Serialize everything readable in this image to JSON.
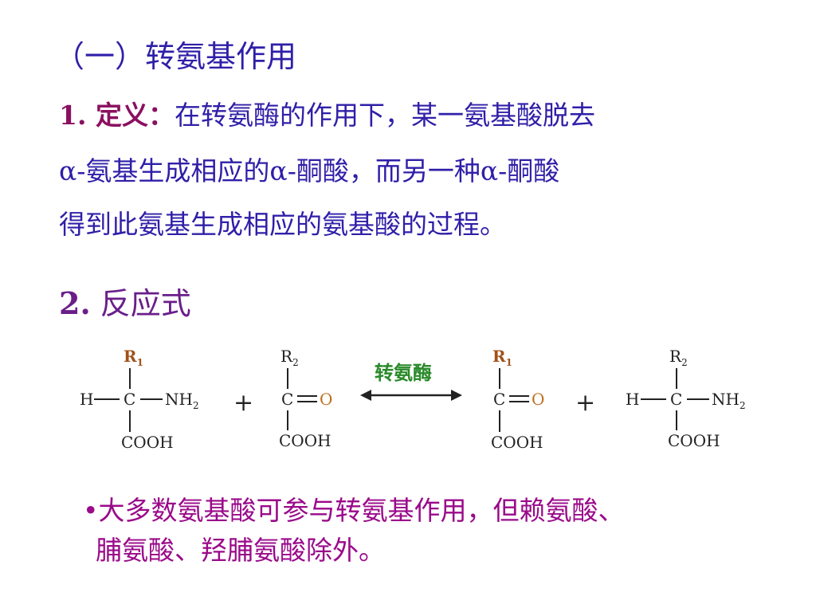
{
  "title": "（一）转氨基作用",
  "definition": {
    "label": "1. 定义：",
    "line1": "在转氨酶的作用下，某一氨基酸脱去",
    "line2": "α-氨基生成相应的α-酮酸，而另一种α-酮酸",
    "line3": "得到此氨基生成相应的氨基酸的过程。"
  },
  "section2": {
    "num": "2.",
    "text": "反应式"
  },
  "reaction": {
    "enzyme": "转氨酶",
    "plus": "+",
    "sub_R": "R",
    "sub_1": "1",
    "sub_2": "2",
    "H": "H",
    "C": "C",
    "NH": "NH",
    "O": "O",
    "COOH": "COOH"
  },
  "note": {
    "bullet": "•",
    "line1": "大多数氨基酸可参与转氨基作用，但赖氨酸、",
    "line2": "脯氨酸、羟脯氨酸除外。"
  },
  "colors": {
    "title": "#2f1fa8",
    "label": "#8a1060",
    "section2": "#6a1e8a",
    "note": "#9a0a8a",
    "R_group": "#a0521a",
    "oxygen": "#c07020",
    "enzyme": "#2a8a2a"
  }
}
